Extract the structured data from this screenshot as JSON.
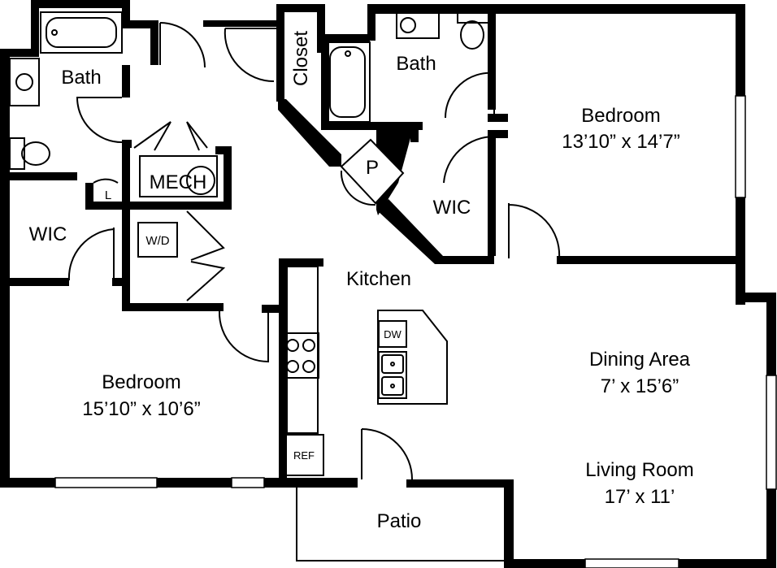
{
  "plan": {
    "rooms": {
      "bath_left": {
        "name": "Bath"
      },
      "bath_right": {
        "name": "Bath"
      },
      "closet": {
        "name": "Closet"
      },
      "bedroom_master": {
        "name": "Bedroom",
        "dims": "13’10” x 14’7”"
      },
      "wic_left": {
        "name": "WIC"
      },
      "wic_right": {
        "name": "WIC"
      },
      "pantry": {
        "name": "P"
      },
      "mech": {
        "name": "MECH"
      },
      "linen": {
        "name": "L"
      },
      "laundry": {
        "name": "W/D"
      },
      "kitchen": {
        "name": "Kitchen"
      },
      "bedroom_second": {
        "name": "Bedroom",
        "dims": "15’10” x 10’6”"
      },
      "dining": {
        "name": "Dining Area",
        "dims": "7’ x 15’6”"
      },
      "living": {
        "name": "Living Room",
        "dims": "17’ x 11’"
      },
      "patio": {
        "name": "Patio"
      }
    },
    "appliances": {
      "dishwasher": "DW",
      "refrigerator": "REF"
    }
  }
}
